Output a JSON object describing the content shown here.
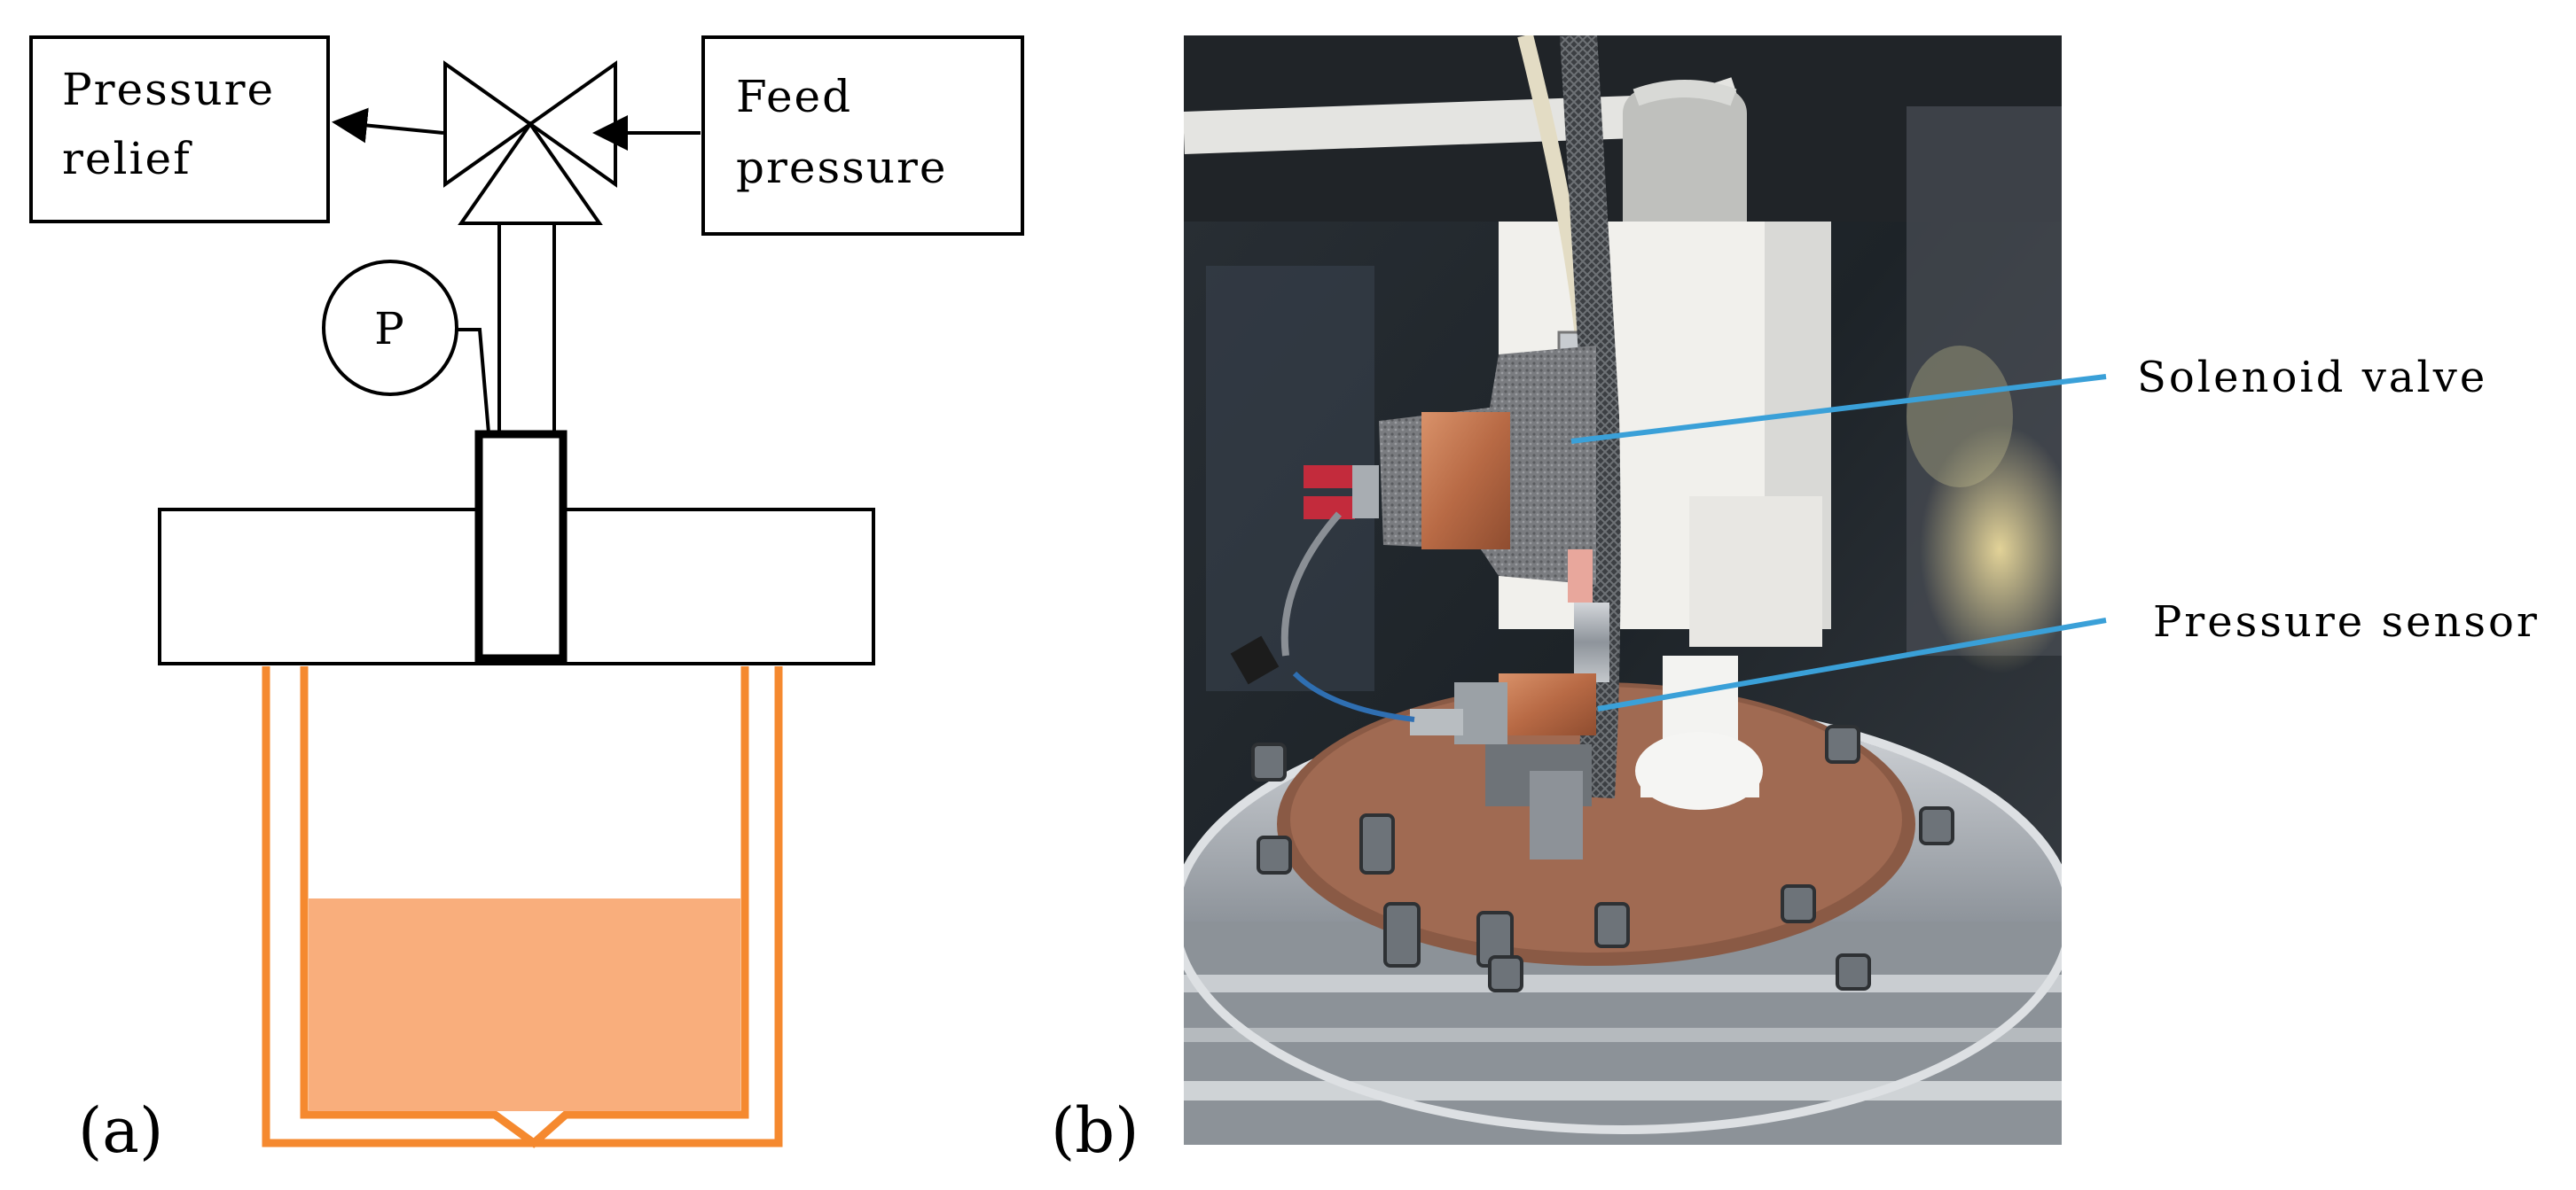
{
  "panel_a": {
    "label": "(a)",
    "relief_box": {
      "line1": "Pressure",
      "line2": "relief"
    },
    "feed_box": {
      "line1": "Feed",
      "line2": "pressure"
    },
    "gauge_symbol": "P",
    "colors": {
      "vessel": "#f5892f",
      "liquid": "#f9ae7c",
      "line": "#000000"
    }
  },
  "panel_b": {
    "label": "(b)",
    "callouts": {
      "solenoid": "Solenoid valve",
      "sensor": "Pressure sensor"
    },
    "colors": {
      "callout_line": "#3aa0d8",
      "copper": "#c8784e",
      "steel": "#a6abb1"
    }
  }
}
